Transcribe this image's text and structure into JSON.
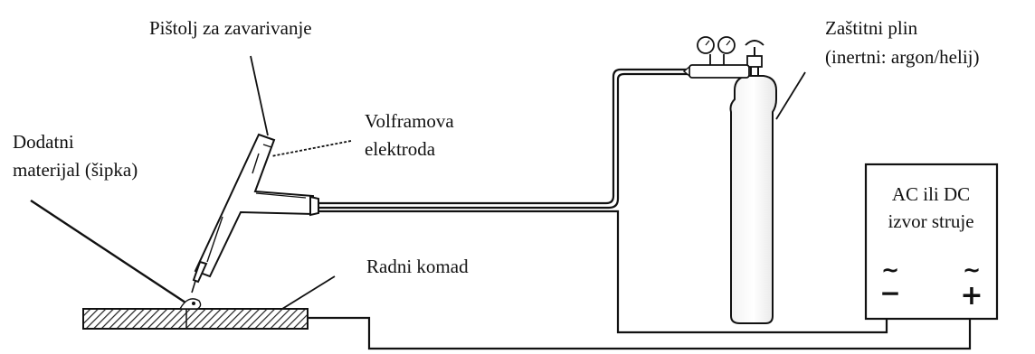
{
  "labels": {
    "torch": "Pištolj za zavarivanje",
    "electrode_line1": "Volframova",
    "electrode_line2": "elektroda",
    "filler_line1": "Dodatni",
    "filler_line2": "materijal (šipka)",
    "workpiece": "Radni komad",
    "gas_line1": "Zaštitni plin",
    "gas_line2": "(inertni: argon/helij)",
    "power_line1": "AC ili DC",
    "power_line2": "izvor struje"
  },
  "terminals": {
    "left_ac": "~",
    "left_polarity": "−",
    "right_ac": "~",
    "right_polarity": "+"
  },
  "colors": {
    "line": "#111111",
    "hatch": "#222222",
    "background": "#ffffff"
  }
}
